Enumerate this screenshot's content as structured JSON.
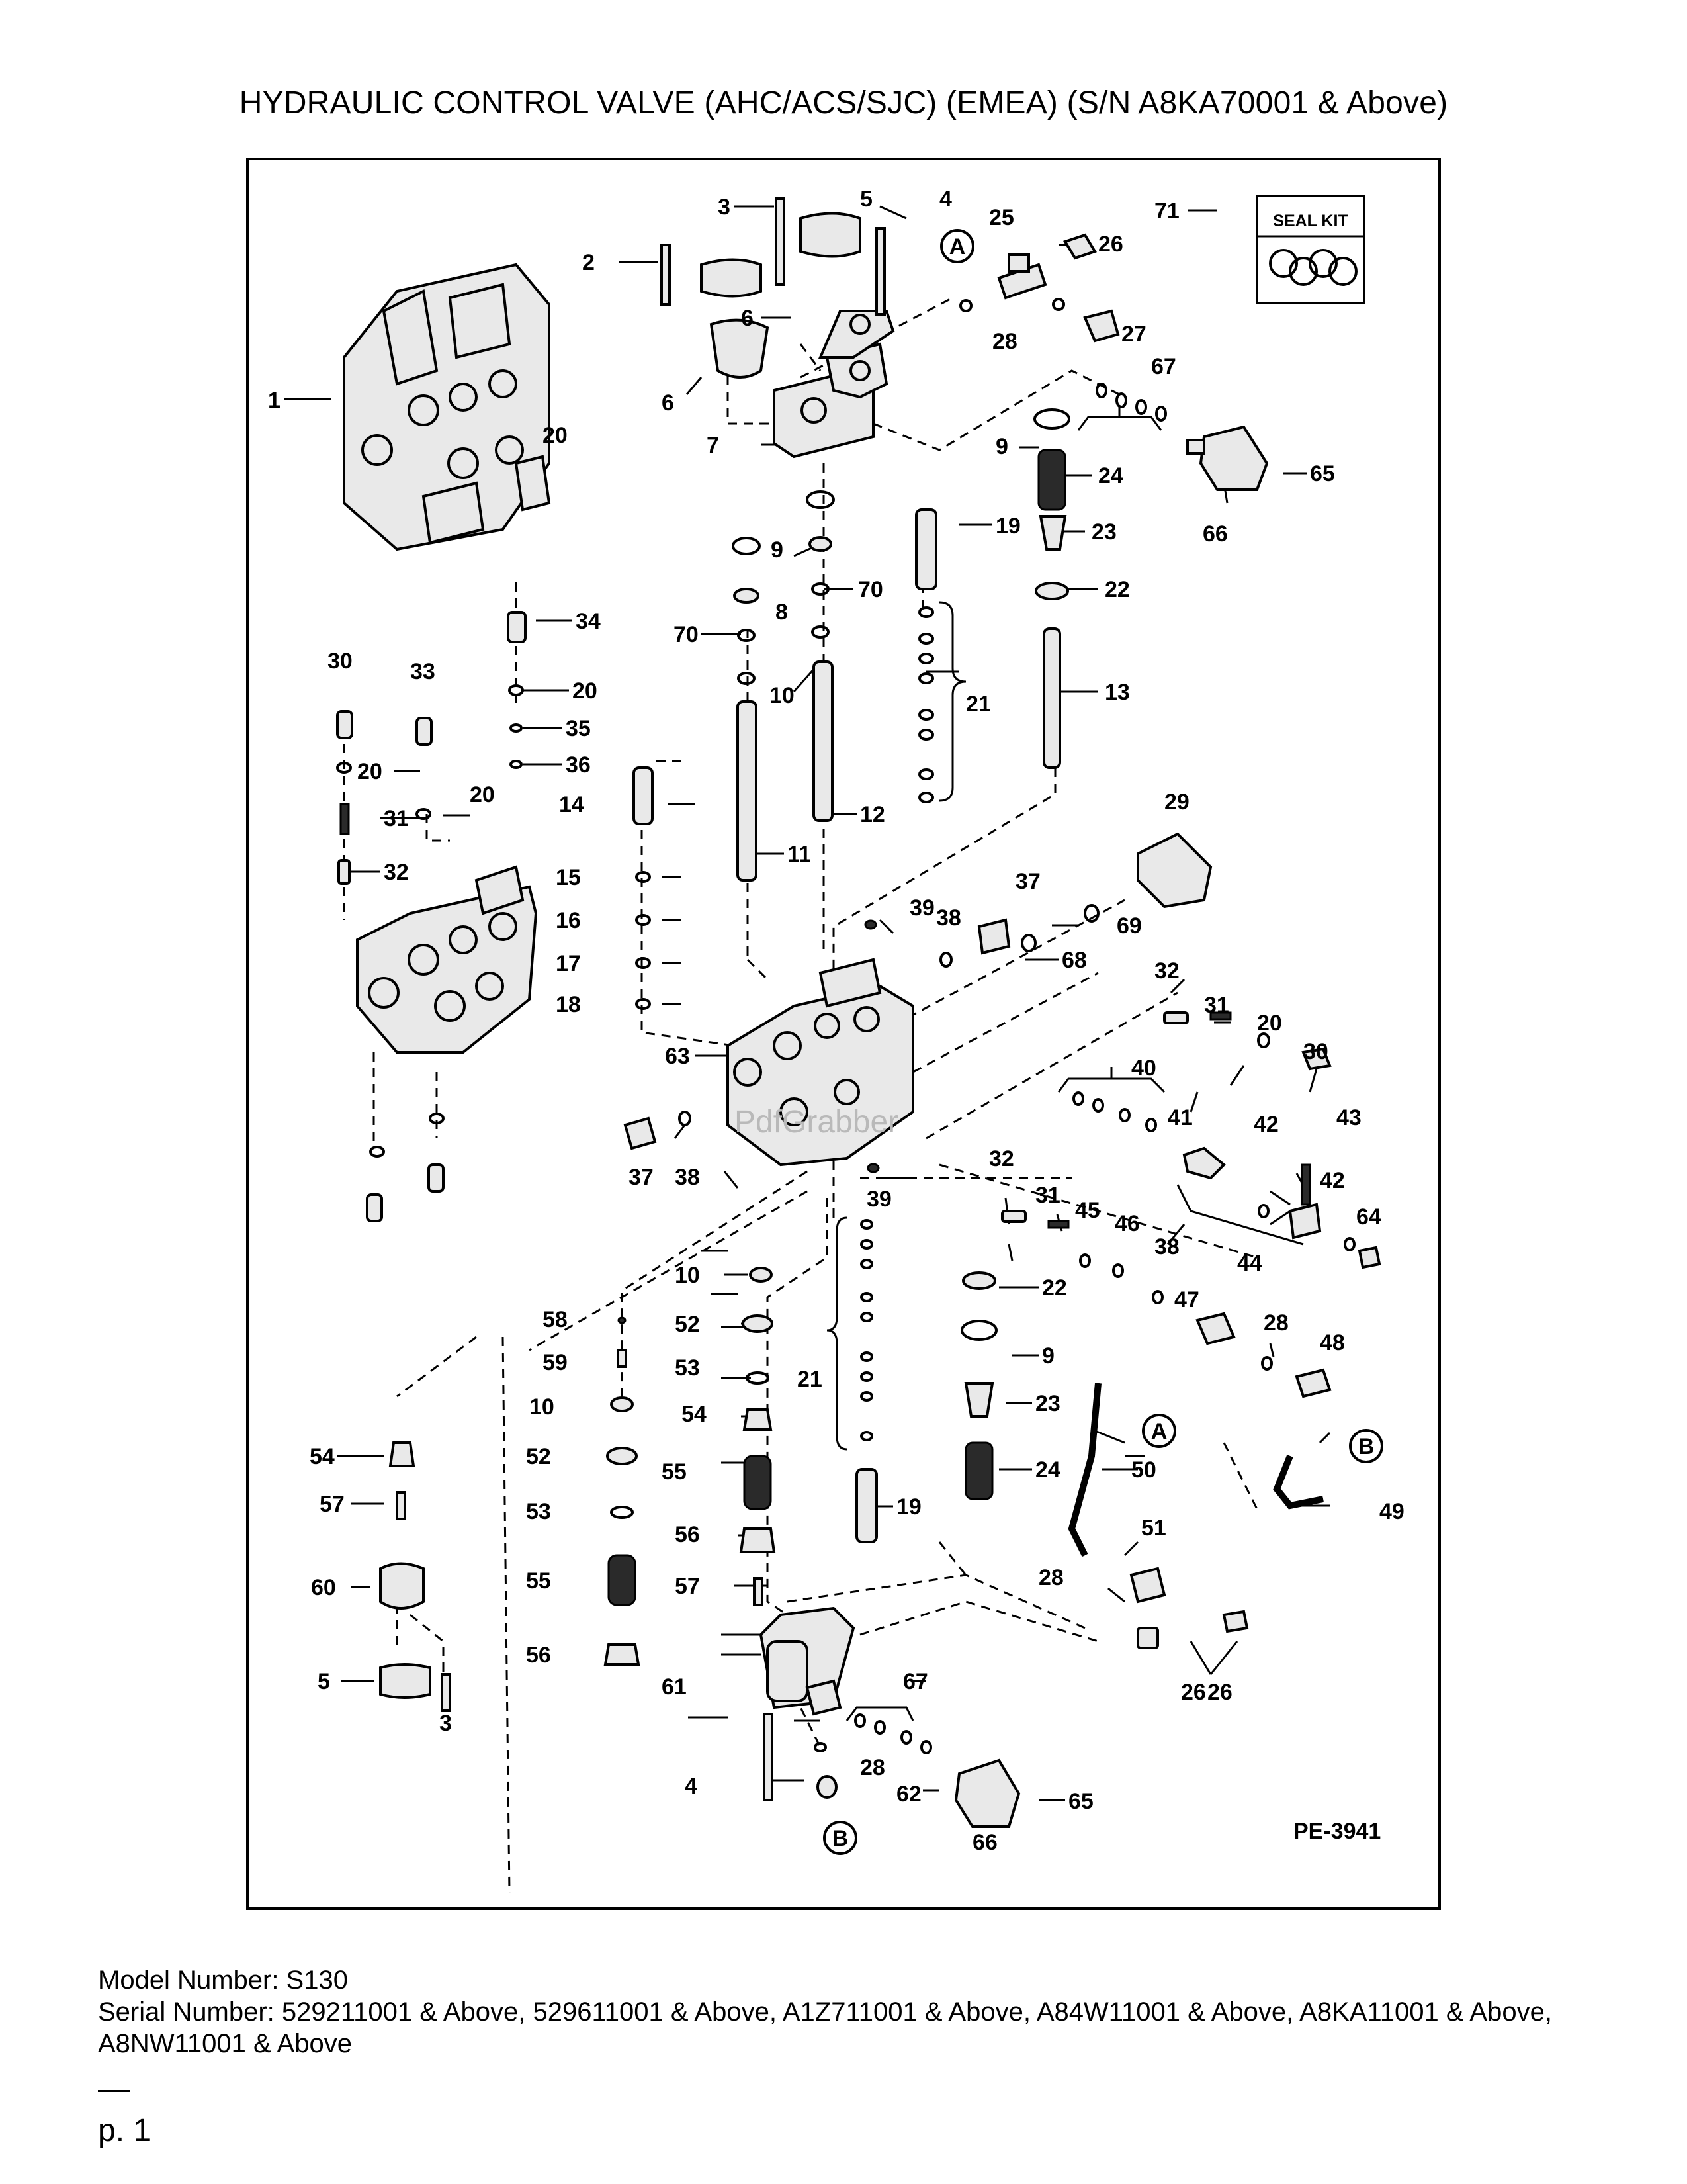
{
  "document": {
    "title": "HYDRAULIC CONTROL VALVE (AHC/ACS/SJC) (EMEA) (S/N A8KA70001 & Above)",
    "model_number": "Model Number: S130",
    "serial_number": "Serial Number: 529211001 & Above, 529611001 & Above, A1Z711001 & Above, A84W11001 & Above, A8KA11001 & Above, A8NW11001 & Above",
    "page": "p. 1"
  },
  "diagram": {
    "figure_id": "PE-3941",
    "seal_kit_label": "SEAL KIT",
    "watermark": "PdfGrabber",
    "callouts": [
      "1",
      "2",
      "3",
      "4",
      "5",
      "6",
      "7",
      "8",
      "9",
      "10",
      "11",
      "12",
      "13",
      "14",
      "15",
      "16",
      "17",
      "18",
      "19",
      "20",
      "21",
      "22",
      "23",
      "24",
      "25",
      "26",
      "27",
      "28",
      "29",
      "30",
      "31",
      "32",
      "33",
      "34",
      "35",
      "36",
      "37",
      "38",
      "39",
      "40",
      "41",
      "42",
      "43",
      "44",
      "45",
      "46",
      "47",
      "48",
      "49",
      "50",
      "51",
      "52",
      "53",
      "54",
      "55",
      "56",
      "57",
      "58",
      "59",
      "60",
      "61",
      "62",
      "63",
      "64",
      "65",
      "66",
      "67",
      "68",
      "69",
      "70",
      "71",
      "A",
      "B"
    ]
  }
}
